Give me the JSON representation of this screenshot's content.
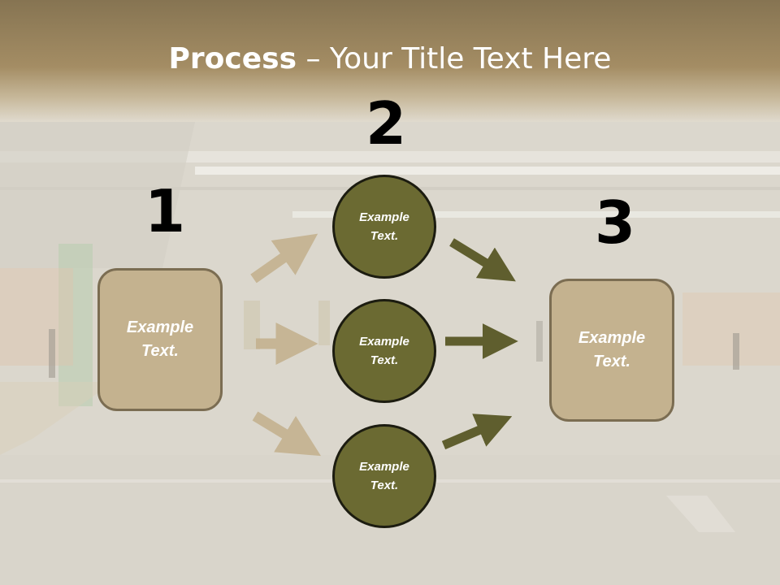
{
  "title": {
    "bold": "Process",
    "rest": " – Your Title Text Here"
  },
  "steps": [
    {
      "number": "1",
      "text": "Example Text."
    },
    {
      "number": "2",
      "text": "Example Text."
    },
    {
      "number": "3",
      "text": "Example Text."
    }
  ],
  "circles": [
    {
      "text": "Example Text."
    },
    {
      "text": "Example Text."
    },
    {
      "text": "Example Text."
    }
  ],
  "colors": {
    "box_fill": "#c4b28f",
    "circle_fill": "#6b6a32",
    "arrow_tan": "#c4b28f",
    "arrow_olive": "#5f5e2e",
    "title_band": "#a48d64"
  }
}
